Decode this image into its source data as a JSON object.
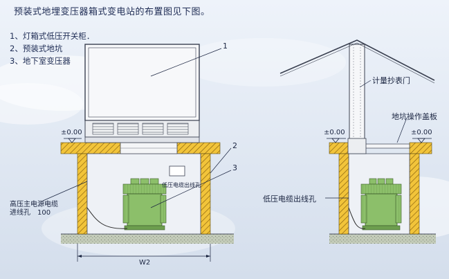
{
  "title": "预装式地埋变压器箱式变电站的布置图见下图。",
  "legend": [
    "1、灯箱式低压开关柜．",
    "2、预装式地坑",
    "3、地下室变压器"
  ],
  "left_diagram": {
    "callout_1": "1",
    "callout_2": "2",
    "callout_3": "3",
    "level_mark": "±0.00",
    "small_box_label": "低压电缆出线孔",
    "cable_label_line1": "高压主电源电缆",
    "cable_label_line2": "进线孔　100",
    "width_label": "W2"
  },
  "right_diagram": {
    "meter_door": "计量抄表门",
    "pit_cover": "地坑操作盖板",
    "level_mark_left": "±0.00",
    "level_mark_right": "±0.00",
    "cable_outlet": "低压电缆出线孔"
  },
  "colors": {
    "background": "#dfe8f4",
    "ink": "#1e2c54",
    "pit_wall": "#e8b830",
    "transformer": "#8cbf6a",
    "ground": "#b7c0ad"
  }
}
